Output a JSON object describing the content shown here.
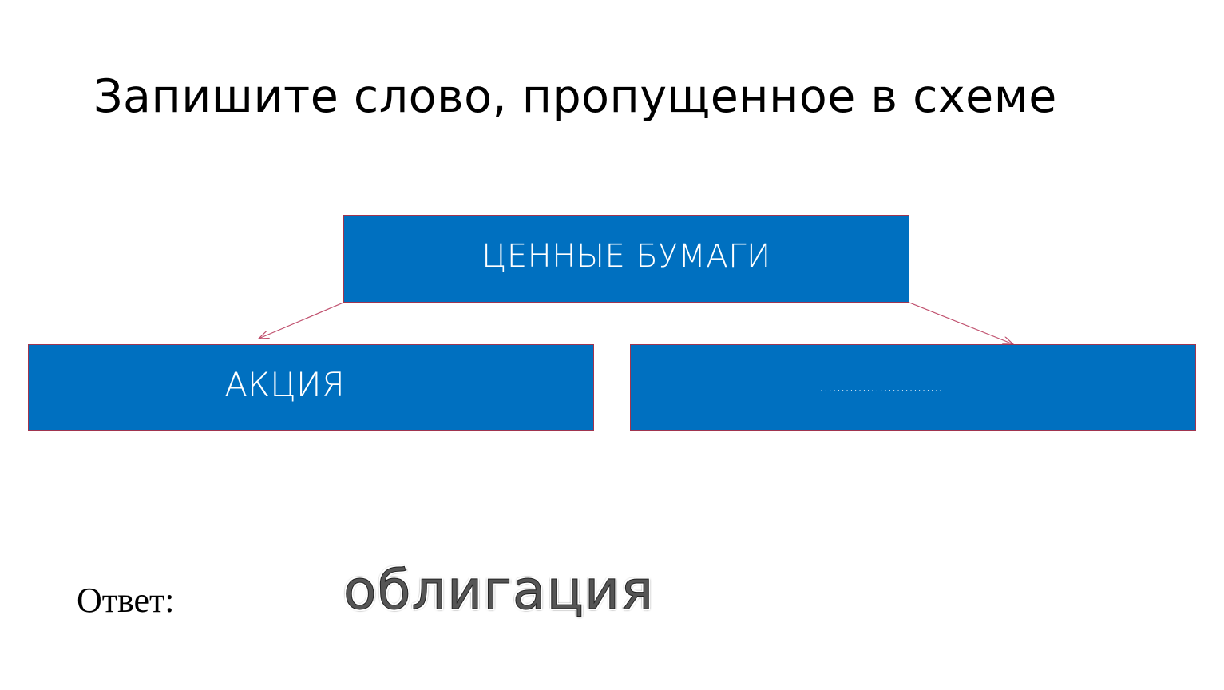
{
  "slide": {
    "title": "Запишите слово, пропущенное в схеме"
  },
  "diagram": {
    "root": {
      "label": "ЦЕННЫЕ БУМАГИ"
    },
    "children": [
      {
        "label": "АКЦИЯ"
      },
      {
        "label": "……………………….."
      }
    ],
    "colors": {
      "box_fill": "#0070c0",
      "box_border": "#a0354f",
      "connector": "#c0506e",
      "text": "#ffffff"
    }
  },
  "answer": {
    "label": "Ответ:",
    "value": "облигация"
  }
}
